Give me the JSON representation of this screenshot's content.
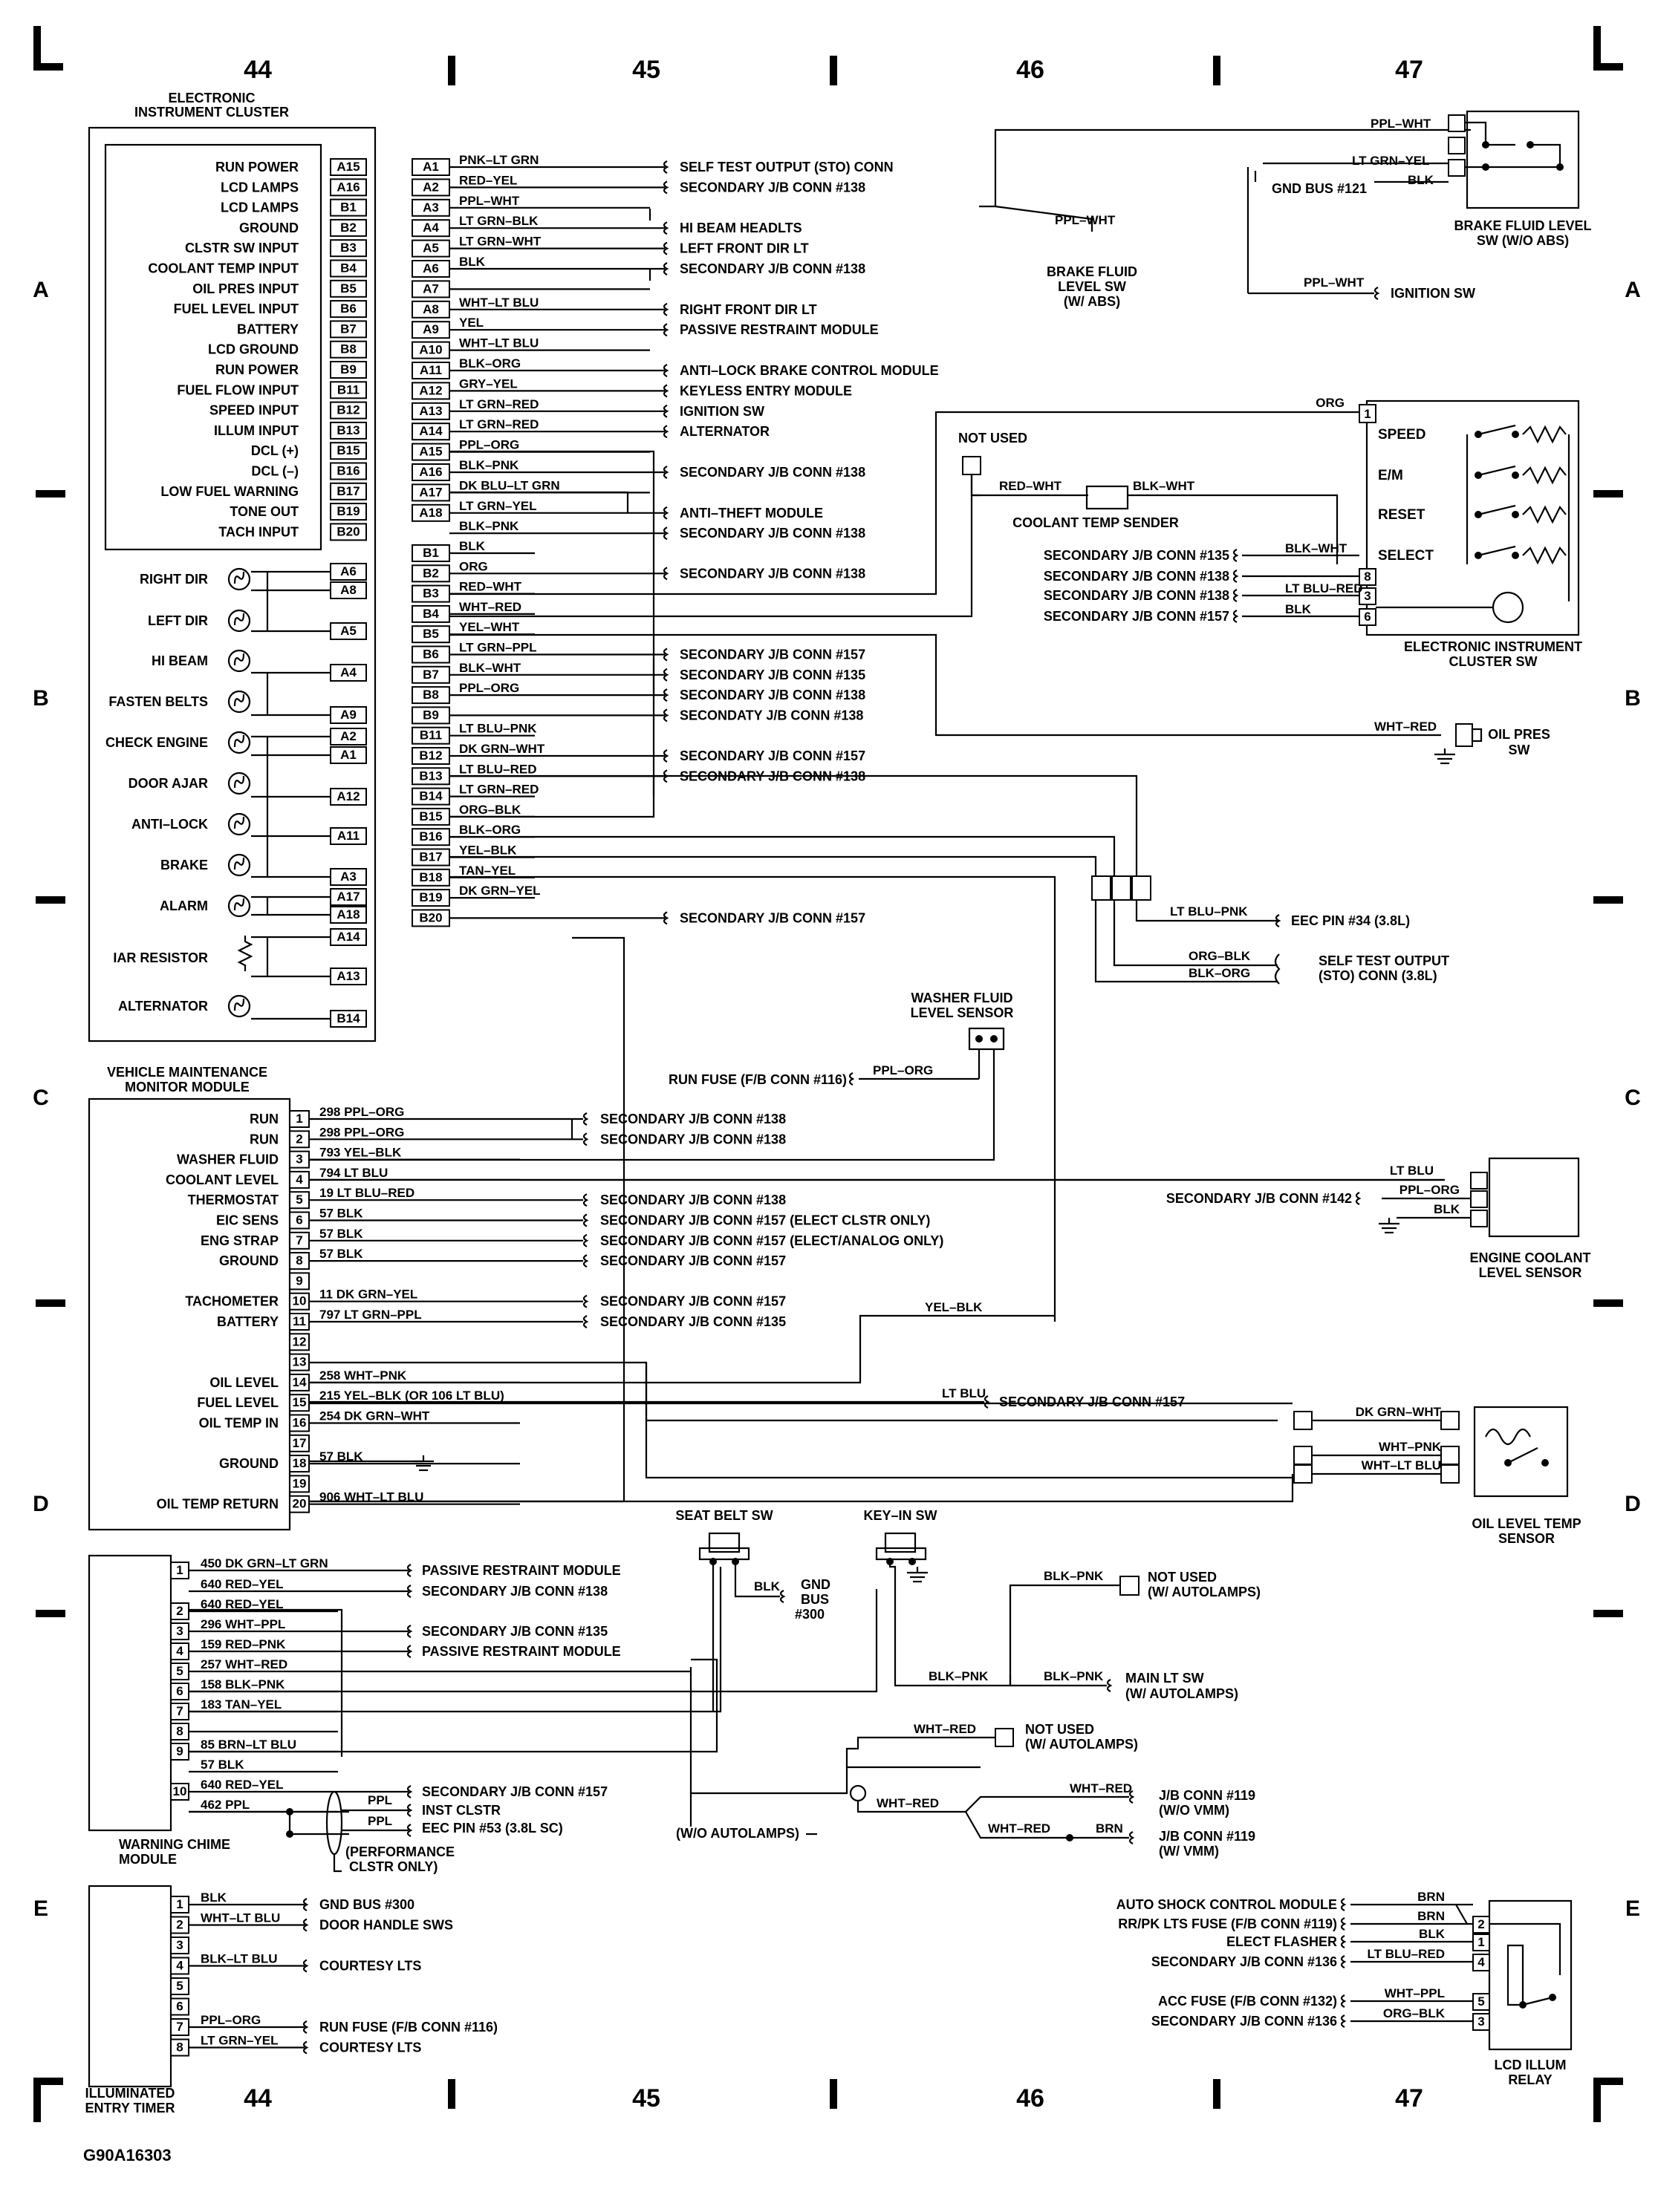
{
  "diagram_id": "G90A16303",
  "grid": {
    "columns": [
      "44",
      "45",
      "46",
      "47"
    ],
    "rows": [
      "A",
      "B",
      "C",
      "D",
      "E"
    ]
  },
  "eic": {
    "title_line1": "ELECTRONIC",
    "title_line2": "INSTRUMENT CLUSTER",
    "inputs": [
      {
        "label": "RUN POWER",
        "pin": "A15"
      },
      {
        "label": "LCD LAMPS",
        "pin": "A16"
      },
      {
        "label": "LCD LAMPS",
        "pin": "B1"
      },
      {
        "label": "GROUND",
        "pin": "B2"
      },
      {
        "label": "CLSTR SW INPUT",
        "pin": "B3"
      },
      {
        "label": "COOLANT TEMP INPUT",
        "pin": "B4"
      },
      {
        "label": "OIL PRES INPUT",
        "pin": "B5"
      },
      {
        "label": "FUEL LEVEL INPUT",
        "pin": "B6"
      },
      {
        "label": "BATTERY",
        "pin": "B7"
      },
      {
        "label": "LCD GROUND",
        "pin": "B8"
      },
      {
        "label": "RUN POWER",
        "pin": "B9"
      },
      {
        "label": "FUEL FLOW INPUT",
        "pin": "B11"
      },
      {
        "label": "SPEED INPUT",
        "pin": "B12"
      },
      {
        "label": "ILLUM INPUT",
        "pin": "B13"
      },
      {
        "label": "DCL (+)",
        "pin": "B15"
      },
      {
        "label": "DCL (–)",
        "pin": "B16"
      },
      {
        "label": "LOW FUEL WARNING",
        "pin": "B17"
      },
      {
        "label": "TONE OUT",
        "pin": "B19"
      },
      {
        "label": "TACH INPUT",
        "pin": "B20"
      }
    ],
    "lamps": [
      {
        "label": "RIGHT DIR",
        "pins": [
          "A6",
          "A8"
        ]
      },
      {
        "label": "LEFT DIR",
        "pins": [
          "A5"
        ]
      },
      {
        "label": "HI BEAM",
        "pins": [
          "A4"
        ]
      },
      {
        "label": "FASTEN BELTS",
        "pins": [
          "A9"
        ]
      },
      {
        "label": "CHECK ENGINE",
        "pins": [
          "A2",
          "A1"
        ]
      },
      {
        "label": "DOOR AJAR",
        "pins": [
          "A12"
        ]
      },
      {
        "label": "ANTI–LOCK",
        "pins": [
          "A11"
        ]
      },
      {
        "label": "BRAKE",
        "pins": [
          "A3"
        ]
      },
      {
        "label": "ALARM",
        "pins": [
          "A17",
          "A18"
        ]
      },
      {
        "label": "IAR RESISTOR",
        "pins": [
          "A14",
          "A13"
        ]
      },
      {
        "label": "ALTERNATOR",
        "pins": [
          "B14"
        ]
      }
    ]
  },
  "a_connector": [
    {
      "pin": "A1",
      "wire": "PNK–LT GRN",
      "dest": "SELF TEST OUTPUT (STO) CONN"
    },
    {
      "pin": "A2",
      "wire": "RED–YEL",
      "dest": "SECONDARY J/B CONN #138"
    },
    {
      "pin": "A3",
      "wire": "PPL–WHT",
      "dest": ""
    },
    {
      "pin": "A4",
      "wire": "LT GRN–BLK",
      "dest": "HI BEAM HEADLTS"
    },
    {
      "pin": "A5",
      "wire": "LT GRN–WHT",
      "dest": "LEFT FRONT DIR LT"
    },
    {
      "pin": "A6",
      "wire": "BLK",
      "dest": "SECONDARY J/B CONN #138"
    },
    {
      "pin": "A7",
      "wire": "",
      "dest": ""
    },
    {
      "pin": "A8",
      "wire": "WHT–LT BLU",
      "dest": "RIGHT FRONT DIR LT"
    },
    {
      "pin": "A9",
      "wire": "YEL",
      "dest": "PASSIVE RESTRAINT MODULE"
    },
    {
      "pin": "A10",
      "wire": "WHT–LT BLU",
      "dest": ""
    },
    {
      "pin": "A11",
      "wire": "BLK–ORG",
      "dest": "ANTI–LOCK BRAKE CONTROL MODULE"
    },
    {
      "pin": "A12",
      "wire": "GRY–YEL",
      "dest": "KEYLESS ENTRY MODULE"
    },
    {
      "pin": "A13",
      "wire": "LT GRN–RED",
      "dest": "IGNITION SW"
    },
    {
      "pin": "A14",
      "wire": "LT GRN–RED",
      "dest": "ALTERNATOR"
    },
    {
      "pin": "A15",
      "wire": "PPL–ORG",
      "dest": ""
    },
    {
      "pin": "A16",
      "wire": "BLK–PNK",
      "dest": "SECONDARY J/B CONN #138"
    },
    {
      "pin": "A17",
      "wire": "DK BLU–LT GRN",
      "dest": ""
    },
    {
      "pin": "A18",
      "wire": "LT GRN–YEL",
      "dest": "ANTI–THEFT MODULE"
    },
    {
      "pin": "",
      "wire": "BLK–PNK",
      "dest": "SECONDARY J/B CONN #138"
    }
  ],
  "b_connector": [
    {
      "pin": "B1",
      "wire": "BLK",
      "dest": ""
    },
    {
      "pin": "B2",
      "wire": "ORG",
      "dest": "SECONDARY J/B CONN #138"
    },
    {
      "pin": "B3",
      "wire": "RED–WHT",
      "dest": ""
    },
    {
      "pin": "B4",
      "wire": "WHT–RED",
      "dest": ""
    },
    {
      "pin": "B5",
      "wire": "YEL–WHT",
      "dest": ""
    },
    {
      "pin": "B6",
      "wire": "LT GRN–PPL",
      "dest": "SECONDARY J/B CONN #157"
    },
    {
      "pin": "B7",
      "wire": "BLK–WHT",
      "dest": "SECONDARY J/B CONN #135"
    },
    {
      "pin": "B8",
      "wire": "PPL–ORG",
      "dest": "SECONDARY J/B CONN #138"
    },
    {
      "pin": "B9",
      "wire": "",
      "dest": "SECONDATY J/B CONN #138"
    },
    {
      "pin": "B11",
      "wire": "LT BLU–PNK",
      "dest": ""
    },
    {
      "pin": "B12",
      "wire": "DK GRN–WHT",
      "dest": "SECONDARY J/B CONN #157"
    },
    {
      "pin": "B13",
      "wire": "LT BLU–RED",
      "dest": "SECONDARY J/B CONN #138"
    },
    {
      "pin": "B14",
      "wire": "LT GRN–RED",
      "dest": ""
    },
    {
      "pin": "B15",
      "wire": "ORG–BLK",
      "dest": ""
    },
    {
      "pin": "B16",
      "wire": "BLK–ORG",
      "dest": ""
    },
    {
      "pin": "B17",
      "wire": "YEL–BLK",
      "dest": ""
    },
    {
      "pin": "B18",
      "wire": "TAN–YEL",
      "dest": ""
    },
    {
      "pin": "B19",
      "wire": "DK GRN–YEL",
      "dest": ""
    },
    {
      "pin": "B20",
      "wire": "",
      "dest": "SECONDARY J/B CONN #157"
    }
  ],
  "brake_fluid_sw_abs": {
    "wire": "PPL–WHT",
    "label_line1": "BRAKE FLUID",
    "label_line2": "LEVEL SW",
    "label_line3": "(W/ ABS)"
  },
  "brake_fluid_sw_no_abs": {
    "wire_top": "PPL–WHT",
    "wire_mid": "LT GRN–YEL",
    "wire_gnd": "BLK",
    "gnd_label": "GND BUS #121",
    "label_line1": "BRAKE FLUID LEVEL",
    "label_line2": "SW (W/O ABS)",
    "ign_wire": "PPL–WHT",
    "ign_label": "IGNITION SW"
  },
  "cluster_sw": {
    "org_wire": "ORG",
    "pin1": "1",
    "not_used": "NOT USED",
    "red_wht": "RED–WHT",
    "blk_wht": "BLK–WHT",
    "sender": "COOLANT TEMP SENDER",
    "switches": [
      "SPEED",
      "E/M",
      "RESET",
      "SELECT"
    ],
    "rows": [
      {
        "src": "SECONDARY J/B CONN #135",
        "wire": "BLK–WHT",
        "pin": ""
      },
      {
        "src": "SECONDARY J/B CONN #138",
        "wire": "",
        "pin": "8"
      },
      {
        "src": "SECONDARY J/B CONN #138",
        "wire": "LT BLU–RED",
        "pin": "3"
      },
      {
        "src": "SECONDARY J/B CONN #157",
        "wire": "BLK",
        "pin": "6"
      }
    ],
    "label_line1": "ELECTRONIC INSTRUMENT",
    "label_line2": "CLUSTER SW"
  },
  "oil_pres_sw": {
    "wire": "WHT–RED",
    "label_line1": "OIL PRES",
    "label_line2": "SW"
  },
  "eec": {
    "ltblu_pnk": "LT BLU–PNK",
    "eec_pin": "EEC PIN #34 (3.8L)",
    "org_blk": "ORG–BLK",
    "blk_org": "BLK–ORG",
    "sto_line1": "SELF TEST OUTPUT",
    "sto_line2": "(STO) CONN (3.8L)"
  },
  "washer": {
    "label_line1": "WASHER FLUID",
    "label_line2": "LEVEL SENSOR",
    "run_fuse": "RUN FUSE (F/B CONN #116)",
    "wire": "PPL–ORG"
  },
  "vmm": {
    "title_line1": "VEHICLE MAINTENANCE",
    "title_line2": "MONITOR MODULE",
    "pins": [
      {
        "n": "1",
        "label": "RUN",
        "wire": "298 PPL–ORG",
        "dest": "SECONDARY J/B CONN #138"
      },
      {
        "n": "2",
        "label": "RUN",
        "wire": "298 PPL–ORG",
        "dest": "SECONDARY J/B CONN #138"
      },
      {
        "n": "3",
        "label": "WASHER FLUID",
        "wire": "793 YEL–BLK",
        "dest": ""
      },
      {
        "n": "4",
        "label": "COOLANT LEVEL",
        "wire": "794 LT BLU",
        "dest": ""
      },
      {
        "n": "5",
        "label": "THERMOSTAT",
        "wire": "19 LT BLU–RED",
        "dest": "SECONDARY J/B CONN #138"
      },
      {
        "n": "6",
        "label": "EIC SENS",
        "wire": "57 BLK",
        "dest": "SECONDARY J/B CONN #157 (ELECT CLSTR ONLY)"
      },
      {
        "n": "7",
        "label": "ENG STRAP",
        "wire": "57 BLK",
        "dest": "SECONDARY J/B CONN #157 (ELECT/ANALOG ONLY)"
      },
      {
        "n": "8",
        "label": "GROUND",
        "wire": "57 BLK",
        "dest": "SECONDARY J/B CONN #157"
      },
      {
        "n": "9",
        "label": "",
        "wire": "",
        "dest": ""
      },
      {
        "n": "10",
        "label": "TACHOMETER",
        "wire": "11 DK GRN–YEL",
        "dest": "SECONDARY J/B CONN #157"
      },
      {
        "n": "11",
        "label": "BATTERY",
        "wire": "797 LT GRN–PPL",
        "dest": "SECONDARY J/B CONN #135"
      },
      {
        "n": "12",
        "label": "",
        "wire": "",
        "dest": ""
      },
      {
        "n": "13",
        "label": "",
        "wire": "",
        "dest": ""
      },
      {
        "n": "14",
        "label": "OIL LEVEL",
        "wire": "258 WHT–PNK",
        "dest": ""
      },
      {
        "n": "15",
        "label": "FUEL LEVEL",
        "wire": "215 YEL–BLK (OR 106 LT BLU)",
        "dest": ""
      },
      {
        "n": "16",
        "label": "OIL TEMP IN",
        "wire": "254 DK GRN–WHT",
        "dest": ""
      },
      {
        "n": "17",
        "label": "",
        "wire": "",
        "dest": ""
      },
      {
        "n": "18",
        "label": "GROUND",
        "wire": "57 BLK",
        "dest": ""
      },
      {
        "n": "19",
        "label": "",
        "wire": "",
        "dest": ""
      },
      {
        "n": "20",
        "label": "OIL TEMP RETURN",
        "wire": "906 WHT–LT BLU",
        "dest": ""
      }
    ],
    "yel_blk": "YEL–BLK",
    "lt_blu": "LT BLU",
    "ltblu_dest": "SECONDARY J/B CONN #157"
  },
  "coolant_sensor": {
    "wires": [
      "LT BLU",
      "PPL–ORG",
      "BLK"
    ],
    "src": "SECONDARY J/B CONN #142",
    "label_line1": "ENGINE COOLANT",
    "label_line2": "LEVEL SENSOR"
  },
  "oil_level_sensor": {
    "wires": [
      "DK GRN–WHT",
      "WHT–PNK",
      "WHT–LT BLU"
    ],
    "label_line1": "OIL LEVEL TEMP",
    "label_line2": "SENSOR"
  },
  "chime": {
    "title_line1": "WARNING CHIME",
    "title_line2": "MODULE",
    "pins": [
      {
        "n": "1",
        "wire": "450 DK GRN–LT GRN",
        "dest": "PASSIVE RESTRAINT MODULE"
      },
      {
        "n": "",
        "wire": "640 RED–YEL",
        "dest": "SECONDARY J/B CONN #138"
      },
      {
        "n": "2",
        "wire": "640 RED–YEL",
        "dest": ""
      },
      {
        "n": "3",
        "wire": "296 WHT–PPL",
        "dest": "SECONDARY J/B CONN #135"
      },
      {
        "n": "4",
        "wire": "159 RED–PNK",
        "dest": "PASSIVE RESTRAINT MODULE"
      },
      {
        "n": "5",
        "wire": "257 WHT–RED",
        "dest": ""
      },
      {
        "n": "6",
        "wire": "158 BLK–PNK",
        "dest": ""
      },
      {
        "n": "7",
        "wire": "183 TAN–YEL",
        "dest": ""
      },
      {
        "n": "8",
        "wire": "",
        "dest": ""
      },
      {
        "n": "9",
        "wire": "85 BRN–LT BLU",
        "dest": ""
      },
      {
        "n": "",
        "wire": "57 BLK",
        "dest": ""
      },
      {
        "n": "10",
        "wire": "640 RED–YEL",
        "dest": "SECONDARY J/B CONN #157"
      },
      {
        "n": "",
        "wire": "462 PPL",
        "dest": ""
      }
    ],
    "ppl1": "PPL",
    "ppl2": "PPL",
    "inst": "INST CLSTR",
    "eec53": "EEC PIN #53 (3.8L SC)",
    "perf_line1": "(PERFORMANCE",
    "perf_line2": "CLSTR ONLY)"
  },
  "seat_belt": {
    "title": "SEAT BELT SW",
    "wire": "BLK",
    "gnd_line1": "GND",
    "gnd_line2": "BUS",
    "gnd_line3": "#300"
  },
  "key_in": {
    "title": "KEY–IN SW",
    "blk_pnk1": "BLK–PNK",
    "blk_pnk2": "BLK–PNK",
    "blk_pnk3": "BLK–PNK",
    "not_used_line1": "NOT USED",
    "not_used_line2": "(W/ AUTOLAMPS)",
    "main_lt_line1": "MAIN LT SW",
    "main_lt_line2": "(W/ AUTOLAMPS)"
  },
  "wht_red": {
    "w1": "WHT–RED",
    "nu_line1": "NOT USED",
    "nu_line2": "(W/ AUTOLAMPS)",
    "w2": "WHT–RED",
    "w3": "WHT–RED",
    "w4": "WHT–RED",
    "brn": "BRN",
    "jb1_line1": "J/B CONN #119",
    "jb1_line2": "(W/O VMM)",
    "jb2_line1": "J/B CONN #119",
    "jb2_line2": "(W/ VMM)",
    "wo_auto": "(W/O AUTOLAMPS)"
  },
  "entry_timer": {
    "title_line1": "ILLUMINATED",
    "title_line2": "ENTRY TIMER",
    "pins": [
      {
        "n": "1",
        "wire": "BLK",
        "dest": "GND BUS #300"
      },
      {
        "n": "2",
        "wire": "WHT–LT BLU",
        "dest": "DOOR HANDLE SWS"
      },
      {
        "n": "3",
        "wire": "",
        "dest": ""
      },
      {
        "n": "4",
        "wire": "BLK–LT BLU",
        "dest": "COURTESY LTS"
      },
      {
        "n": "5",
        "wire": "",
        "dest": ""
      },
      {
        "n": "6",
        "wire": "",
        "dest": ""
      },
      {
        "n": "7",
        "wire": "PPL–ORG",
        "dest": "RUN FUSE (F/B CONN #116)"
      },
      {
        "n": "8",
        "wire": "LT GRN–YEL",
        "dest": "COURTESY LTS"
      }
    ]
  },
  "lcd_relay": {
    "title_line1": "LCD ILLUM",
    "title_line2": "RELAY",
    "rows": [
      {
        "src": "AUTO SHOCK CONTROL MODULE",
        "wire": "BRN",
        "pin": ""
      },
      {
        "src": "RR/PK LTS FUSE (F/B CONN #119)",
        "wire": "BRN",
        "pin": "2"
      },
      {
        "src": "ELECT FLASHER",
        "wire": "BLK",
        "pin": "1"
      },
      {
        "src": "SECONDARY J/B CONN #136",
        "wire": "LT BLU–RED",
        "pin": "4"
      },
      {
        "src": "ACC FUSE (F/B CONN #132)",
        "wire": "WHT–PPL",
        "pin": "5"
      },
      {
        "src": "SECONDARY J/B CONN #136",
        "wire": "ORG–BLK",
        "pin": "3"
      }
    ]
  }
}
